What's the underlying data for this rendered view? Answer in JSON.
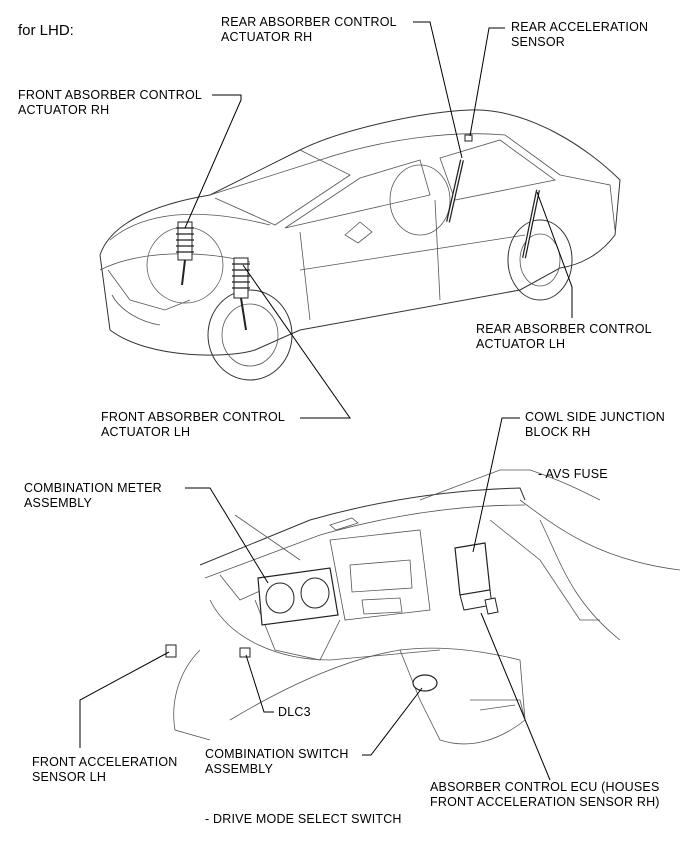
{
  "heading": "for LHD:",
  "labels": {
    "front_absorber_rh": [
      "FRONT ABSORBER CONTROL",
      "ACTUATOR RH"
    ],
    "rear_absorber_rh": [
      "REAR ABSORBER CONTROL",
      "ACTUATOR RH"
    ],
    "rear_accel_sensor": [
      "REAR ACCELERATION",
      "SENSOR"
    ],
    "rear_absorber_lh": [
      "REAR ABSORBER CONTROL",
      "ACTUATOR LH"
    ],
    "front_absorber_lh": [
      "FRONT ABSORBER CONTROL",
      "ACTUATOR LH"
    ],
    "cowl_junction": [
      "COWL SIDE JUNCTION",
      "BLOCK RH"
    ],
    "avs_fuse": "- AVS FUSE",
    "combination_meter": [
      "COMBINATION METER",
      "ASSEMBLY"
    ],
    "dlc3": "DLC3",
    "front_accel_lh": [
      "FRONT ACCELERATION",
      "SENSOR LH"
    ],
    "combination_switch": [
      "COMBINATION SWITCH",
      "ASSEMBLY"
    ],
    "absorber_ecu": [
      "ABSORBER CONTROL ECU (HOUSES",
      "FRONT ACCELERATION SENSOR RH)"
    ],
    "drive_mode_switch": "- DRIVE MODE SELECT SWITCH"
  }
}
